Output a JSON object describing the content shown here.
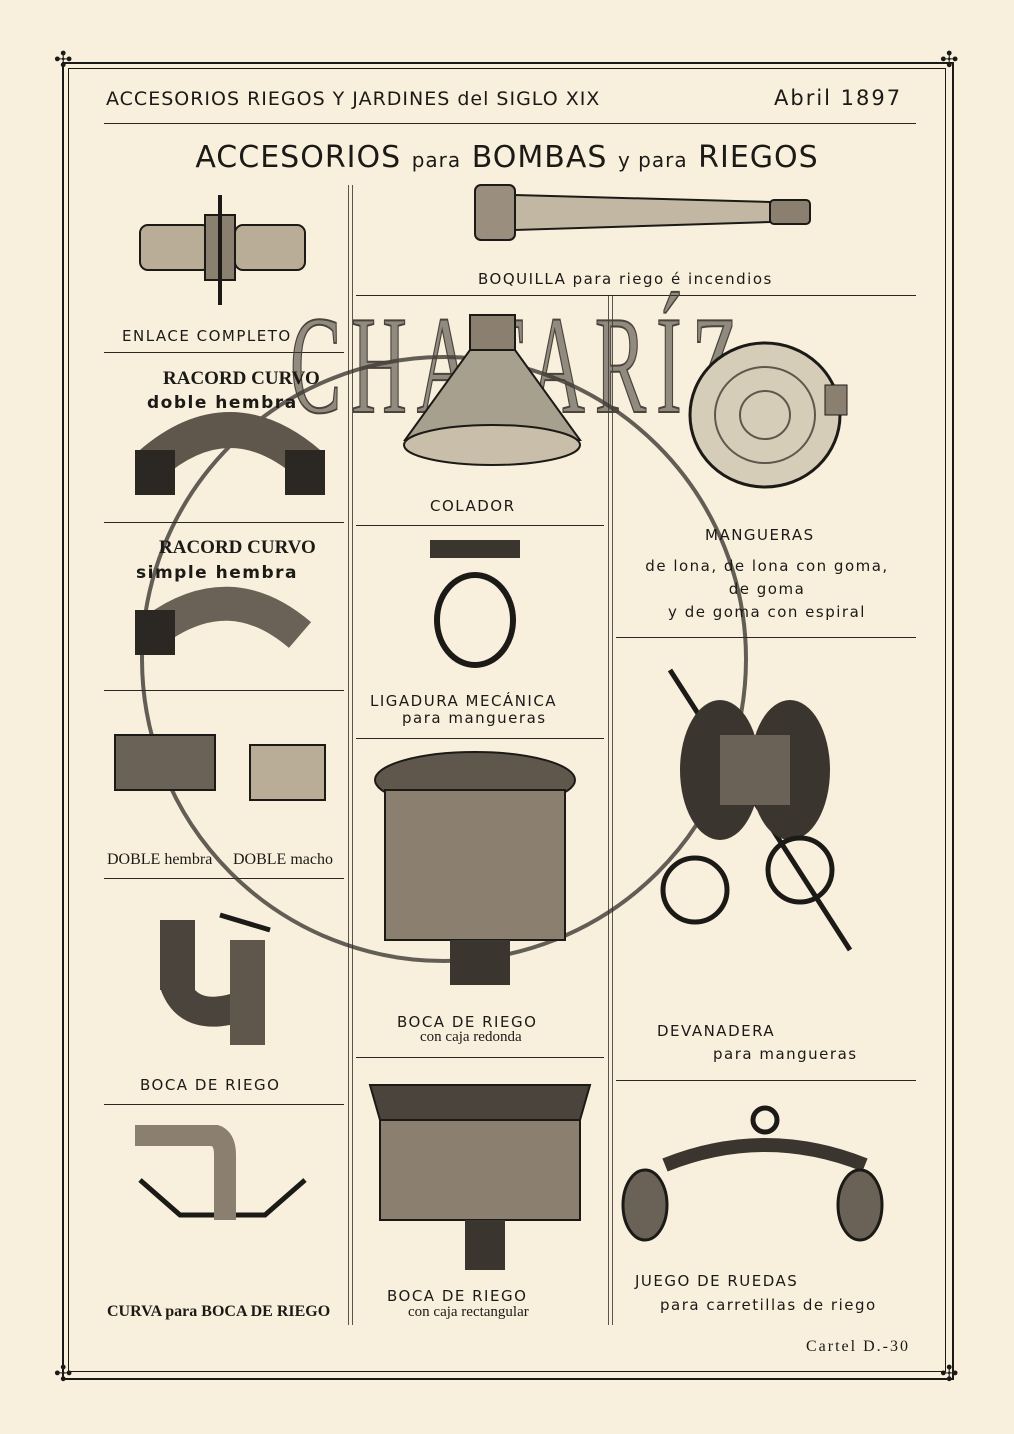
{
  "header": {
    "series_title": "ACCESORIOS RIEGOS Y JARDINES del SIGLO XIX",
    "date": "Abril 1897",
    "main_title_1": "ACCESORIOS",
    "main_title_2": "para",
    "main_title_3": "BOMBAS",
    "main_title_4": "y para",
    "main_title_5": "RIEGOS"
  },
  "watermark": {
    "text": "CHAFARÍZ"
  },
  "items": {
    "enlace": "ENLACE COMPLETO",
    "boquilla": "BOQUILLA para riego é incendios",
    "racord_doble_1": "RACORD CURVO",
    "racord_doble_2": "doble hembra",
    "colador": "COLADOR",
    "mangueras_1": "MANGUERAS",
    "mangueras_2": "de lona, de lona con goma,",
    "mangueras_3": "de goma",
    "mangueras_4": "y de goma con espiral",
    "racord_simple_1": "RACORD CURVO",
    "racord_simple_2": "simple hembra",
    "ligadura_1": "LIGADURA MECÁNICA",
    "ligadura_2": "para mangueras",
    "doble_hembra": "DOBLE hembra",
    "doble_macho": "DOBLE macho",
    "boca_redonda_1": "BOCA DE RIEGO",
    "boca_redonda_2": "con caja redonda",
    "devanadera_1": "DEVANADERA",
    "devanadera_2": "para mangueras",
    "boca_riego": "BOCA DE RIEGO",
    "curva": "CURVA para BOCA DE RIEGO",
    "boca_rect_1": "BOCA DE RIEGO",
    "boca_rect_2": "con caja rectangular",
    "ruedas_1": "JUEGO DE RUEDAS",
    "ruedas_2": "para carretillas de riego"
  },
  "footer": {
    "label": "Cartel D.-30"
  }
}
